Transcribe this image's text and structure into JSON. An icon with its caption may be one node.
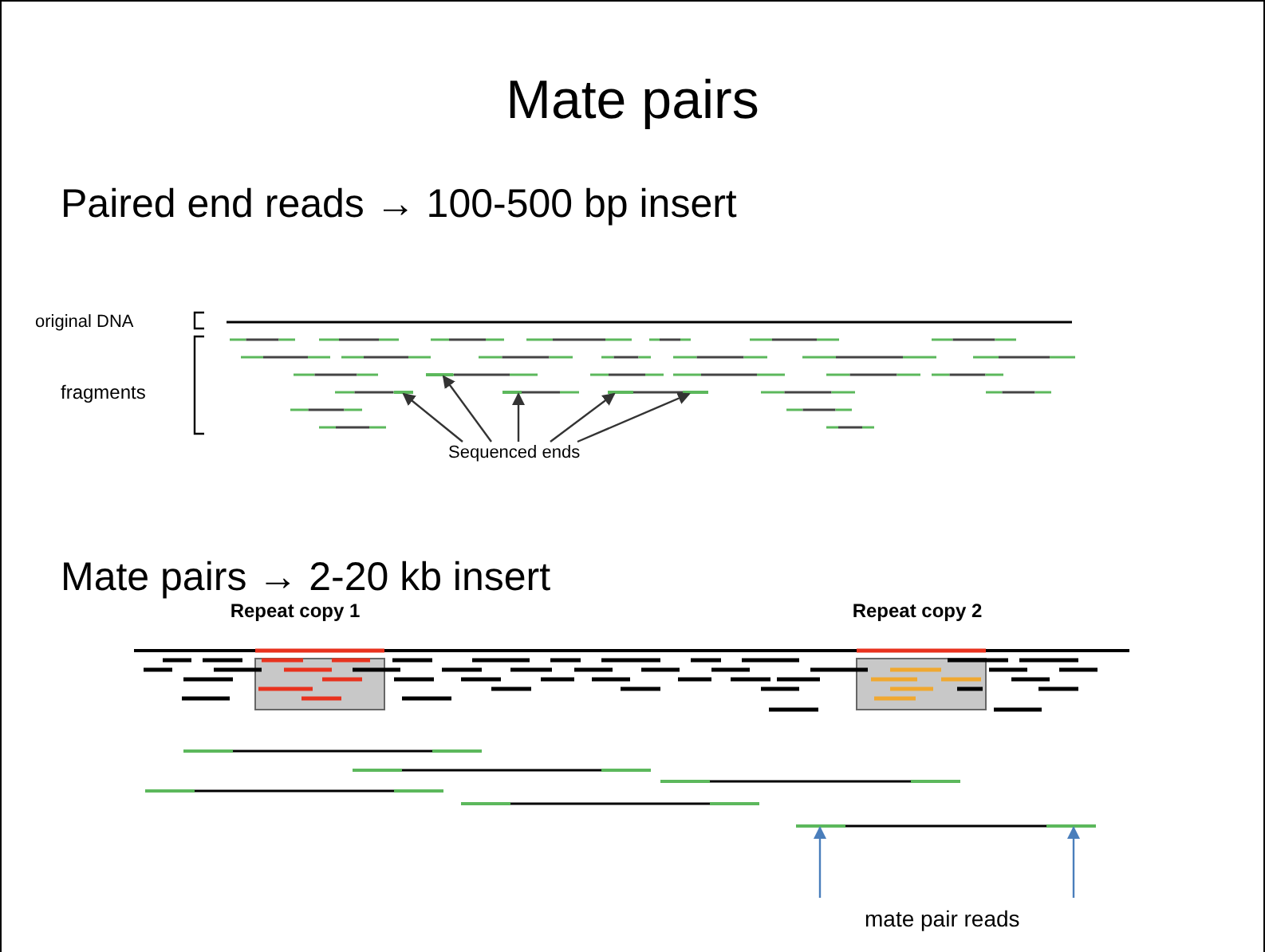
{
  "diagram": {
    "title": "Mate pairs",
    "nodes": [
      {
        "text": [
          "Sequenced ends"
        ]
      },
      {
        "text": [],
        "shape": "bar"
      },
      {
        "text": [],
        "shape": "bar"
      },
      {
        "text": [],
        "shape": "bar"
      },
      {
        "text": [],
        "shape": "bar"
      },
      {
        "text": [],
        "shape": "bar"
      },
      {
        "text": [],
        "shape": "bar"
      },
      {
        "text": [],
        "shape": "bar"
      }
    ],
    "edges": [
      {
        "from": 0,
        "to": 1,
        "arrow": "to"
      },
      {
        "from": 0,
        "to": 2,
        "arrow": "to"
      },
      {
        "from": 0,
        "to": 3,
        "arrow": "to"
      },
      {
        "from": 0,
        "to": 4,
        "arrow": "to"
      },
      {
        "from": 0,
        "to": 5,
        "arrow": "to"
      },
      {
        "from": null,
        "to": 6,
        "arrow": "to",
        "color": "#4a7ebb"
      },
      {
        "from": null,
        "to": 7,
        "arrow": "to",
        "color": "#4a7ebb"
      }
    ],
    "labels": [
      "Paired end reads → 100-500 bp insert",
      "original DNA",
      "fragments",
      "Mate pairs → 2-20 kb insert",
      "Repeat copy 1",
      "Repeat copy 2",
      "mate pair reads"
    ]
  }
}
